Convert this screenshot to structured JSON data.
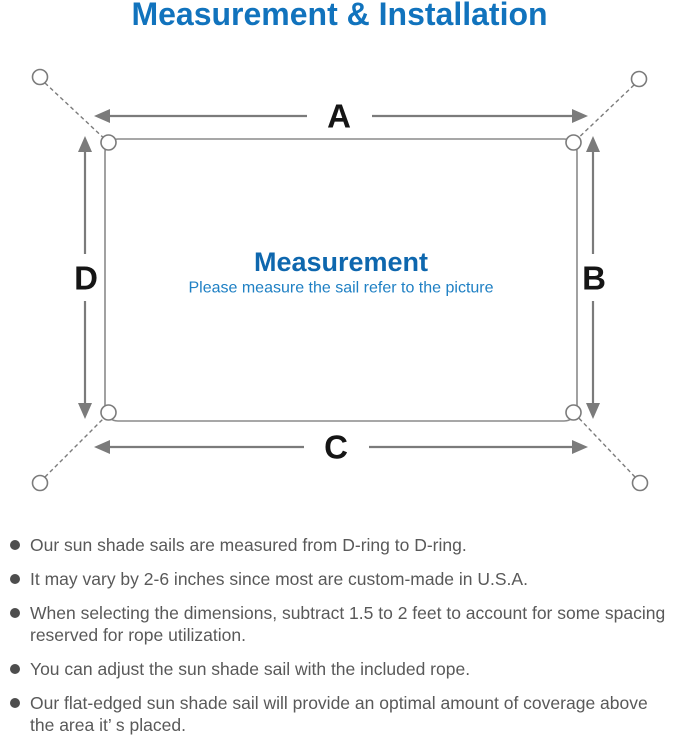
{
  "title": "Measurement & Installation",
  "diagram": {
    "heading": "Measurement",
    "subheading": "Please measure the sail refer to the picture",
    "labels": {
      "a": "A",
      "b": "B",
      "c": "C",
      "d": "D"
    },
    "colors": {
      "title_blue": "#1173BD",
      "heading_blue": "#0E67AE",
      "subheading_blue": "#1F80C4",
      "line_gray": "#7B7B7B",
      "label_black": "#151515",
      "bullet_text_gray": "#595959"
    }
  },
  "bullets": [
    "Our sun shade sails are measured from D-ring to D-ring.",
    "It may vary by 2-6 inches since most are custom-made in U.S.A.",
    "When selecting the dimensions, subtract 1.5 to 2 feet to account for some spacing reserved for rope utilization.",
    "You can adjust the sun shade sail with the included rope.",
    "Our flat-edged sun shade sail will provide an optimal amount of coverage above the area it’ s placed."
  ]
}
